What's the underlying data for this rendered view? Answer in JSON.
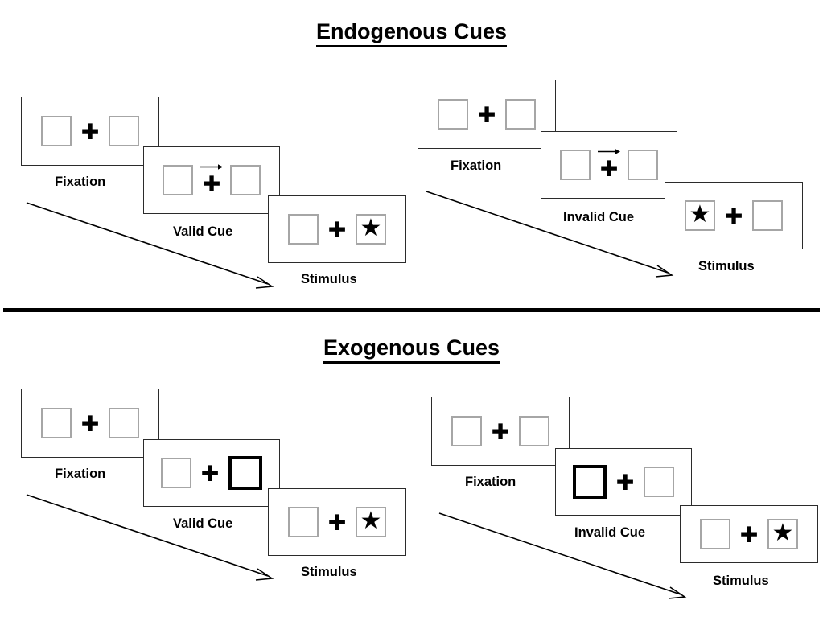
{
  "figure": {
    "sections": [
      {
        "id": "endogenous",
        "title": "Endogenous Cues",
        "columns": [
          {
            "id": "endo-valid",
            "panels": [
              {
                "caption": "Fixation",
                "cue_type": "none",
                "left_box": "empty",
                "right_box": "empty",
                "center": "plus"
              },
              {
                "caption": "Valid Cue",
                "cue_type": "arrow-right",
                "left_box": "empty",
                "right_box": "empty",
                "center": "plus-with-arrow"
              },
              {
                "caption": "Stimulus",
                "cue_type": "none",
                "left_box": "empty",
                "right_box": "star",
                "center": "plus"
              }
            ]
          },
          {
            "id": "endo-invalid",
            "panels": [
              {
                "caption": "Fixation",
                "cue_type": "none",
                "left_box": "empty",
                "right_box": "empty",
                "center": "plus"
              },
              {
                "caption": "Invalid Cue",
                "cue_type": "arrow-right",
                "left_box": "empty",
                "right_box": "empty",
                "center": "plus-with-arrow"
              },
              {
                "caption": "Stimulus",
                "cue_type": "none",
                "left_box": "star",
                "right_box": "empty",
                "center": "plus"
              }
            ]
          }
        ]
      },
      {
        "id": "exogenous",
        "title": "Exogenous Cues",
        "columns": [
          {
            "id": "exo-valid",
            "panels": [
              {
                "caption": "Fixation",
                "cue_type": "none",
                "left_box": "empty",
                "right_box": "empty",
                "center": "plus"
              },
              {
                "caption": "Valid Cue",
                "cue_type": "box-flash-right",
                "left_box": "empty",
                "right_box": "cued",
                "center": "plus"
              },
              {
                "caption": "Stimulus",
                "cue_type": "none",
                "left_box": "empty",
                "right_box": "star",
                "center": "plus"
              }
            ]
          },
          {
            "id": "exo-invalid",
            "panels": [
              {
                "caption": "Fixation",
                "cue_type": "none",
                "left_box": "empty",
                "right_box": "empty",
                "center": "plus"
              },
              {
                "caption": "Invalid Cue",
                "cue_type": "box-flash-left",
                "left_box": "cued",
                "right_box": "empty",
                "center": "plus"
              },
              {
                "caption": "Stimulus",
                "cue_type": "none",
                "left_box": "empty",
                "right_box": "star",
                "center": "plus"
              }
            ]
          }
        ]
      }
    ],
    "glyphs": {
      "fixation_cross": "✚",
      "target_star": "★"
    },
    "colors": {
      "background": "#ffffff",
      "ink": "#000000",
      "panel_border": "#2b2b2b",
      "box_border": "#a6a6a6",
      "cued_box_border": "#000000"
    }
  }
}
